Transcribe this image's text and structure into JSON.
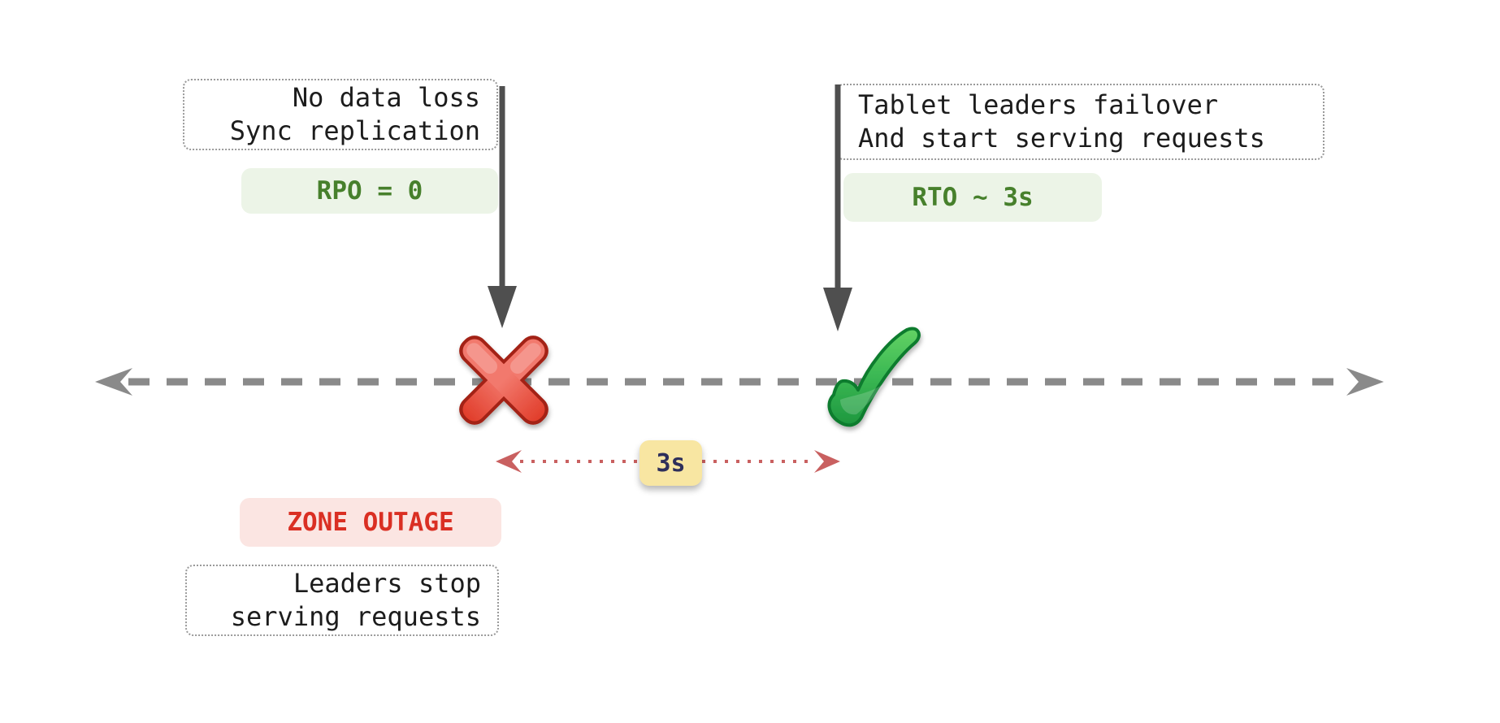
{
  "notes": {
    "sync": {
      "line1": "No data loss",
      "line2": "Sync replication"
    },
    "failover": {
      "line1": "Tablet leaders failover",
      "line2": "And start serving requests"
    },
    "outage": {
      "line1": "Leaders stop",
      "line2": "serving requests"
    }
  },
  "badges": {
    "rpo": {
      "label": "RPO = 0",
      "bg": "#ecf4e7",
      "color": "#47802c"
    },
    "rto": {
      "label": "RTO ~ 3s",
      "bg": "#ecf4e7",
      "color": "#47802c"
    },
    "zone": {
      "label": "ZONE OUTAGE",
      "bg": "#fbe5e2",
      "color": "#da2f23"
    },
    "gap": {
      "label": "3s",
      "bg": "#f8e6a2",
      "color": "#2e2f5b"
    }
  },
  "icons": {
    "failure": "cross-mark",
    "recovery": "check-mark"
  },
  "colors": {
    "timeline": "#8a8a8a",
    "pointer_arrow": "#4f4f4f",
    "gap_arrow": "#c96060",
    "note_border": "#9a9a9a",
    "note_text": "#1c1c1c",
    "cross_red": "#dc2b1a",
    "check_green": "#2fae4d"
  }
}
